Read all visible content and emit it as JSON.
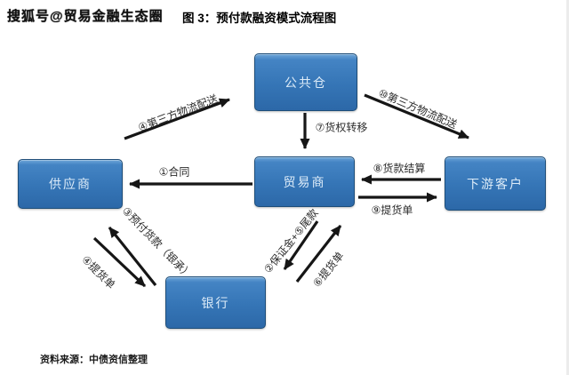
{
  "header": {
    "watermark": "搜狐号@贸易金融生态圈",
    "title": "图 3：预付款融资模式流程图"
  },
  "nodes": {
    "warehouse": {
      "label": "公共仓"
    },
    "supplier": {
      "label": "供应商"
    },
    "trader": {
      "label": "贸易商"
    },
    "customer": {
      "label": "下游客户"
    },
    "bank": {
      "label": "银行"
    }
  },
  "edges": {
    "contract": {
      "label": "①合同",
      "from": "贸易商",
      "to": "供应商"
    },
    "supplier_logistics": {
      "label": "④第三方物流配送",
      "from": "供应商",
      "to": "公共仓"
    },
    "goods_rights_transfer": {
      "label": "⑦货权转移",
      "from": "公共仓",
      "to": "贸易商"
    },
    "customer_logistics": {
      "label": "⑩第三方物流配送",
      "from": "公共仓",
      "to": "下游客户"
    },
    "payment_settlement": {
      "label": "⑧货款结算",
      "from": "下游客户",
      "to": "贸易商"
    },
    "lading_to_customer": {
      "label": "⑨提货单",
      "from": "贸易商",
      "to": "下游客户"
    },
    "prepayment": {
      "label": "③预付货款（银承）",
      "from": "银行",
      "to": "供应商"
    },
    "lading_to_bank": {
      "label": "④提货单",
      "from": "供应商",
      "to": "银行"
    },
    "deposit_balance": {
      "label": "②保证金+⑤尾款",
      "from": "贸易商",
      "to": "银行"
    },
    "lading_to_trader": {
      "label": "⑥提货单",
      "from": "银行",
      "to": "贸易商"
    }
  },
  "footer": {
    "source": "资料来源：中债资信整理"
  },
  "colors": {
    "node_fill": "#3575b6",
    "node_border": "#1f4e79",
    "arrow": "#161616"
  }
}
